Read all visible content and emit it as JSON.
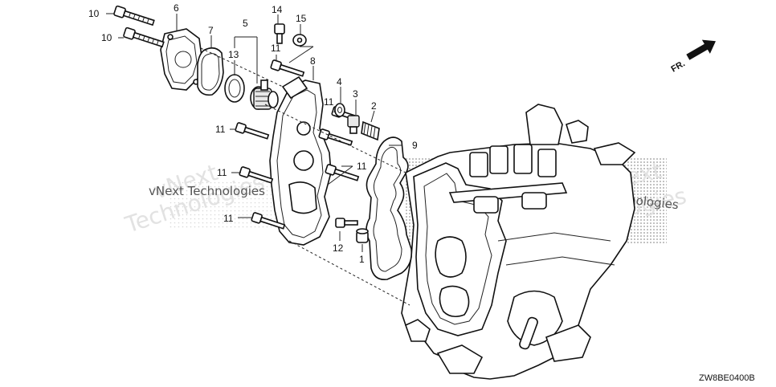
{
  "diagram": {
    "callouts": [
      {
        "key": "c10a",
        "label": "10"
      },
      {
        "key": "c10b",
        "label": "10"
      },
      {
        "key": "c6",
        "label": "6"
      },
      {
        "key": "c7",
        "label": "7"
      },
      {
        "key": "c5",
        "label": "5"
      },
      {
        "key": "c13",
        "label": "13"
      },
      {
        "key": "c14",
        "label": "14"
      },
      {
        "key": "c15",
        "label": "15"
      },
      {
        "key": "c11a",
        "label": "11"
      },
      {
        "key": "c8",
        "label": "8"
      },
      {
        "key": "c4",
        "label": "4"
      },
      {
        "key": "c3",
        "label": "3"
      },
      {
        "key": "c11b",
        "label": "11"
      },
      {
        "key": "c2",
        "label": "2"
      },
      {
        "key": "c11c",
        "label": "11"
      },
      {
        "key": "c9",
        "label": "9"
      },
      {
        "key": "c11d",
        "label": "11"
      },
      {
        "key": "c11e",
        "label": "11"
      },
      {
        "key": "c11f",
        "label": "11"
      },
      {
        "key": "c12",
        "label": "12"
      },
      {
        "key": "c1",
        "label": "1"
      }
    ],
    "direction_label": "FR.",
    "diagram_code": "ZW8BE0400B"
  },
  "watermarks": {
    "brand_small": "vNext Technologies",
    "brand_large": "Technologies",
    "brand_large_2": "vNext"
  }
}
